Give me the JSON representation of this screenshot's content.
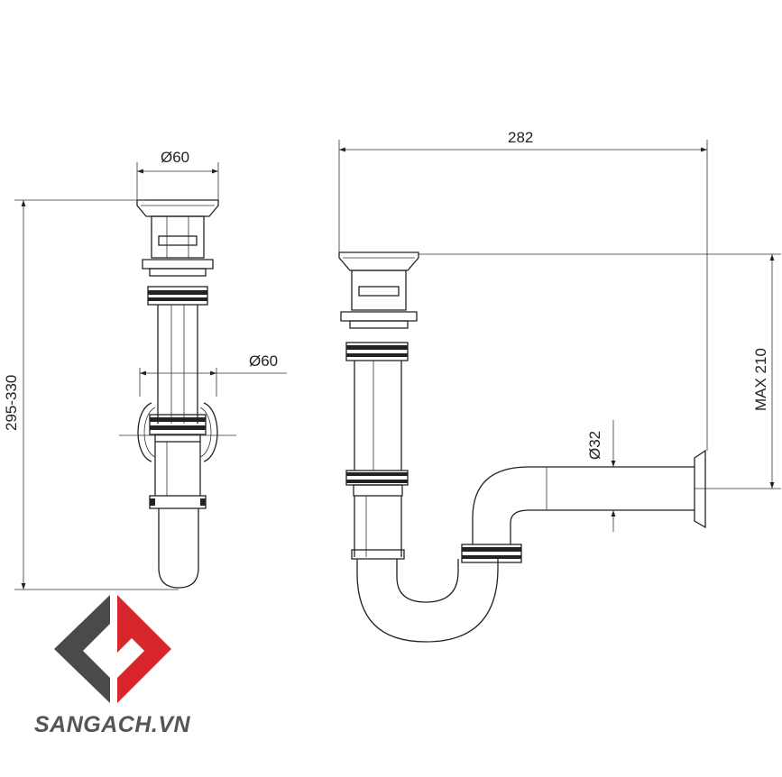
{
  "dimensions": {
    "left_top_diameter": "Ø60",
    "left_mid_diameter": "Ø60",
    "left_height": "295-330",
    "right_width": "282",
    "right_pipe_diameter": "Ø32",
    "right_max_height": "MAX 210"
  },
  "brand": {
    "logo_letters": "SG",
    "name": "SANGACH.VN"
  },
  "colors": {
    "line": "#222222",
    "logo_dark": "#4a4a4a",
    "logo_red": "#d9262c",
    "brand_text": "#555555"
  }
}
